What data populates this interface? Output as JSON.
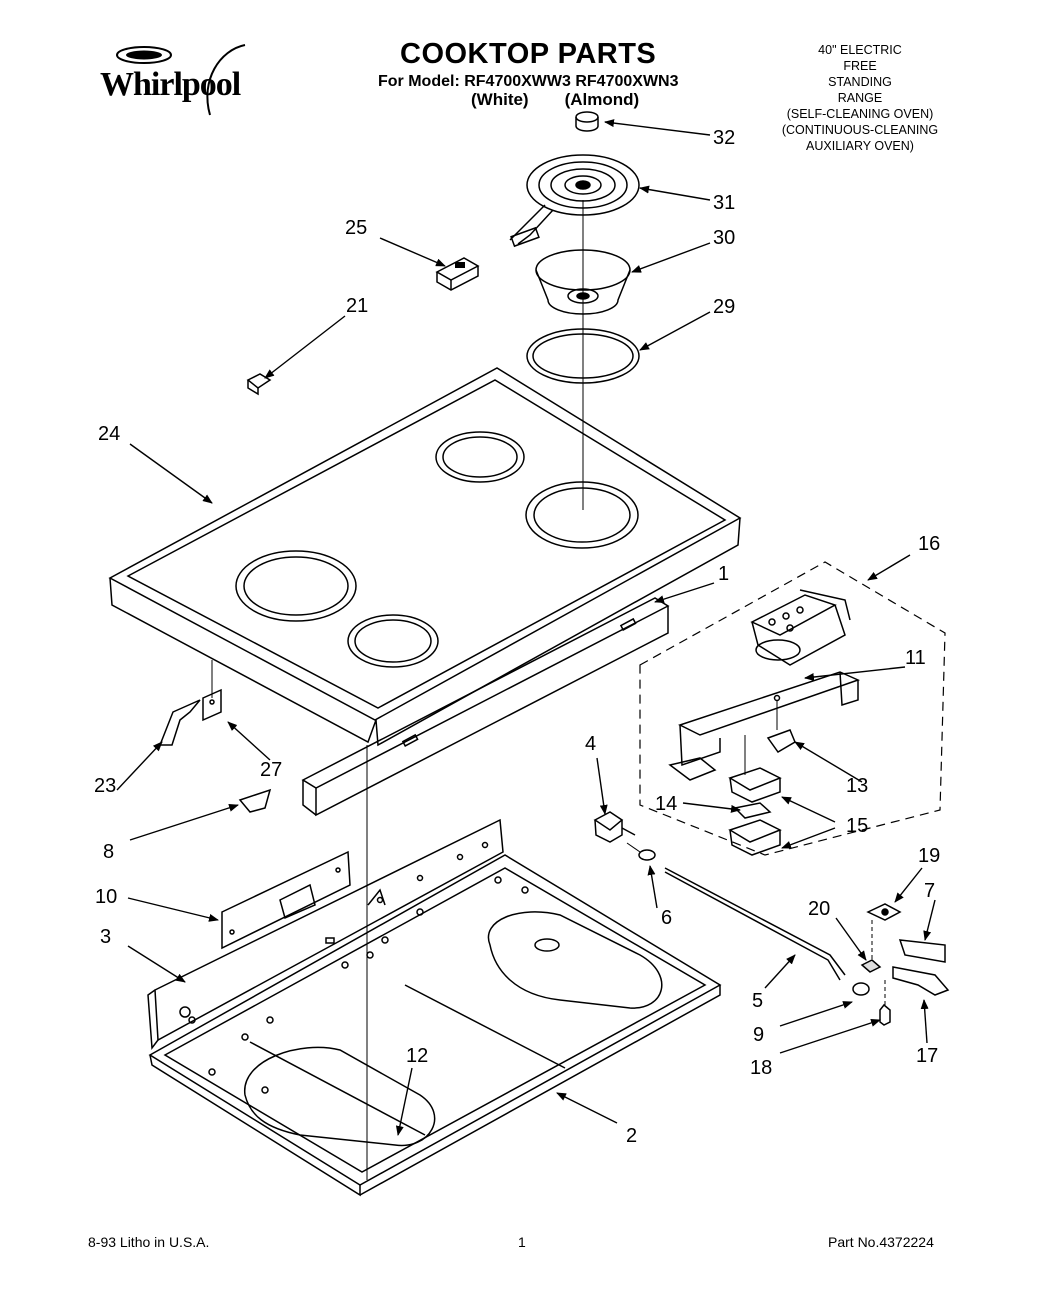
{
  "header": {
    "brand": "Whirlpool",
    "title": "COOKTOP PARTS",
    "model_line": "For Model: RF4700XWW3 RF4700XWN3",
    "color_white": "(White)",
    "color_almond": "(Almond)"
  },
  "description_lines": [
    "40\" ELECTRIC",
    "FREE",
    "STANDING",
    "RANGE",
    "(SELF-CLEANING OVEN)",
    "(CONTINUOUS-CLEANING",
    "AUXILIARY OVEN)"
  ],
  "callouts": [
    "32",
    "31",
    "25",
    "30",
    "21",
    "29",
    "24",
    "16",
    "1",
    "11",
    "4",
    "13",
    "27",
    "23",
    "14",
    "15",
    "8",
    "19",
    "7",
    "10",
    "20",
    "6",
    "3",
    "5",
    "9",
    "17",
    "18",
    "12",
    "2"
  ],
  "footer": {
    "left": "8-93 Litho in U.S.A.",
    "center": "1",
    "right": "Part No.4372224"
  }
}
